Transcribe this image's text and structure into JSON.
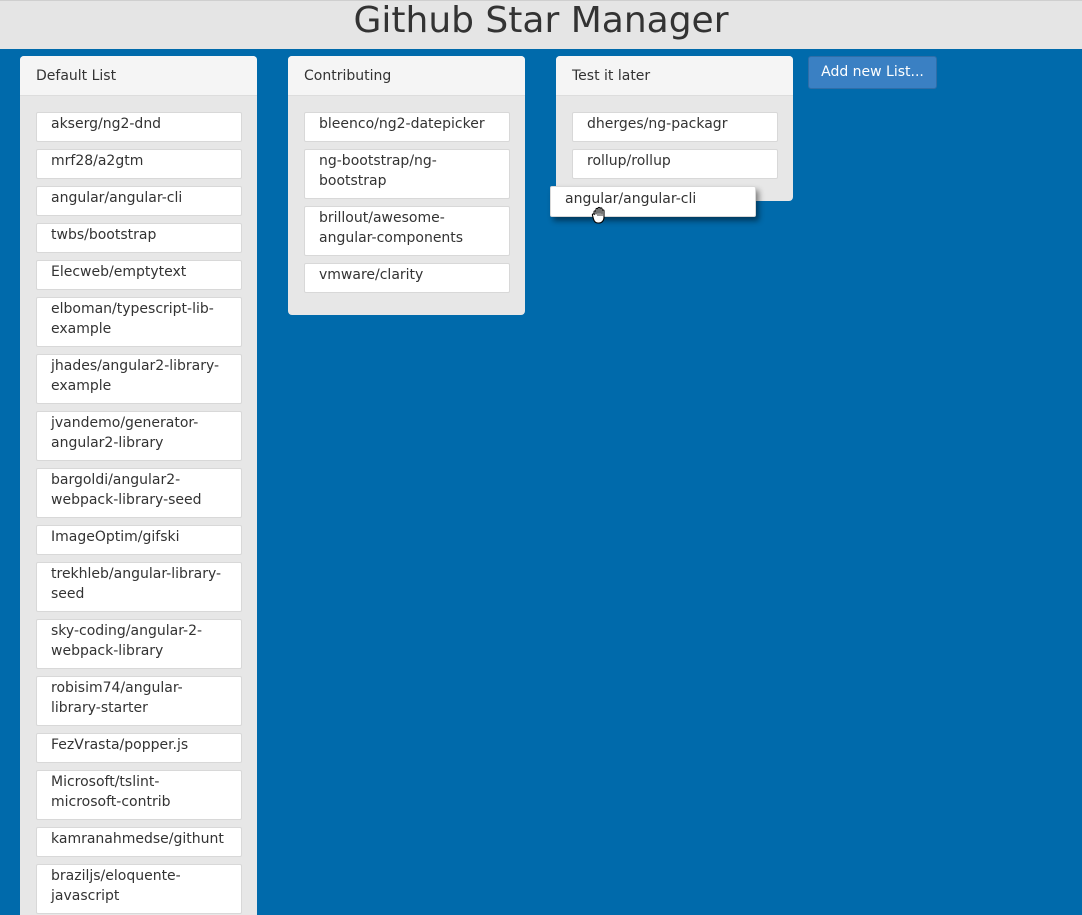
{
  "header": {
    "title": "Github Star Manager"
  },
  "lists": {
    "default": {
      "title": "Default List",
      "items": [
        "akserg/ng2-dnd",
        "mrf28/a2gtm",
        "angular/angular-cli",
        "twbs/bootstrap",
        "Elecweb/emptytext",
        "elboman/typescript-lib-example",
        "jhades/angular2-library-example",
        "jvandemo/generator-angular2-library",
        "bargoldi/angular2-webpack-library-seed",
        "ImageOptim/gifski",
        "trekhleb/angular-library-seed",
        "sky-coding/angular-2-webpack-library",
        "robisim74/angular-library-starter",
        "FezVrasta/popper.js",
        "Microsoft/tslint-microsoft-contrib",
        "kamranahmedse/githunt",
        "braziljs/eloquente-javascript"
      ]
    },
    "contributing": {
      "title": "Contributing",
      "items": [
        "bleenco/ng2-datepicker",
        "ng-bootstrap/ng-bootstrap",
        "brillout/awesome-angular-components",
        "vmware/clarity"
      ]
    },
    "test": {
      "title": "Test it later",
      "items": [
        "dherges/ng-packagr",
        "rollup/rollup"
      ]
    }
  },
  "add_list_button": {
    "label": "Add new List..."
  },
  "dragging": {
    "label": "angular/angular-cli",
    "cursor_icon": "grab-hand-icon"
  }
}
